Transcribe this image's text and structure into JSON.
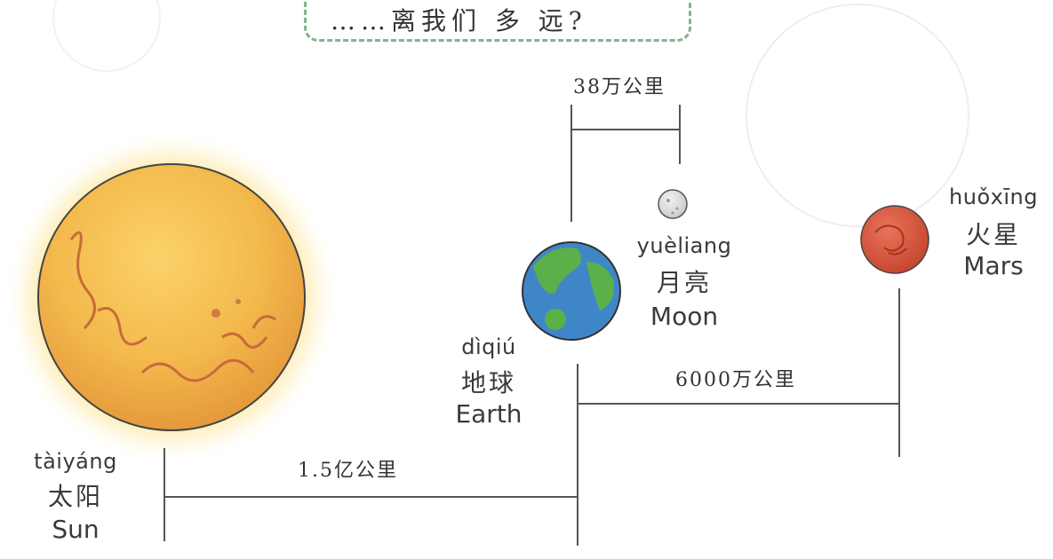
{
  "title": "……离我们 多 远?",
  "bodies": {
    "sun": {
      "pinyin": "tàiyáng",
      "hanzi": "太阳",
      "english": "Sun"
    },
    "earth": {
      "pinyin": "dìqiú",
      "hanzi": "地球",
      "english": "Earth"
    },
    "moon": {
      "pinyin": "yuèliang",
      "hanzi": "月亮",
      "english": "Moon"
    },
    "mars": {
      "pinyin": "huǒxīng",
      "hanzi": "火星",
      "english": "Mars"
    }
  },
  "distances": {
    "sun_earth": "1.5亿公里",
    "earth_moon": "38万公里",
    "earth_mars": "6000万公里"
  },
  "colors": {
    "frame": "#7eb58d",
    "line": "#555555",
    "sun": "#f5c542",
    "earth_ocean": "#3f86c9",
    "earth_land": "#5bb04a",
    "moon": "#d9d9d9",
    "mars": "#d4553a"
  }
}
